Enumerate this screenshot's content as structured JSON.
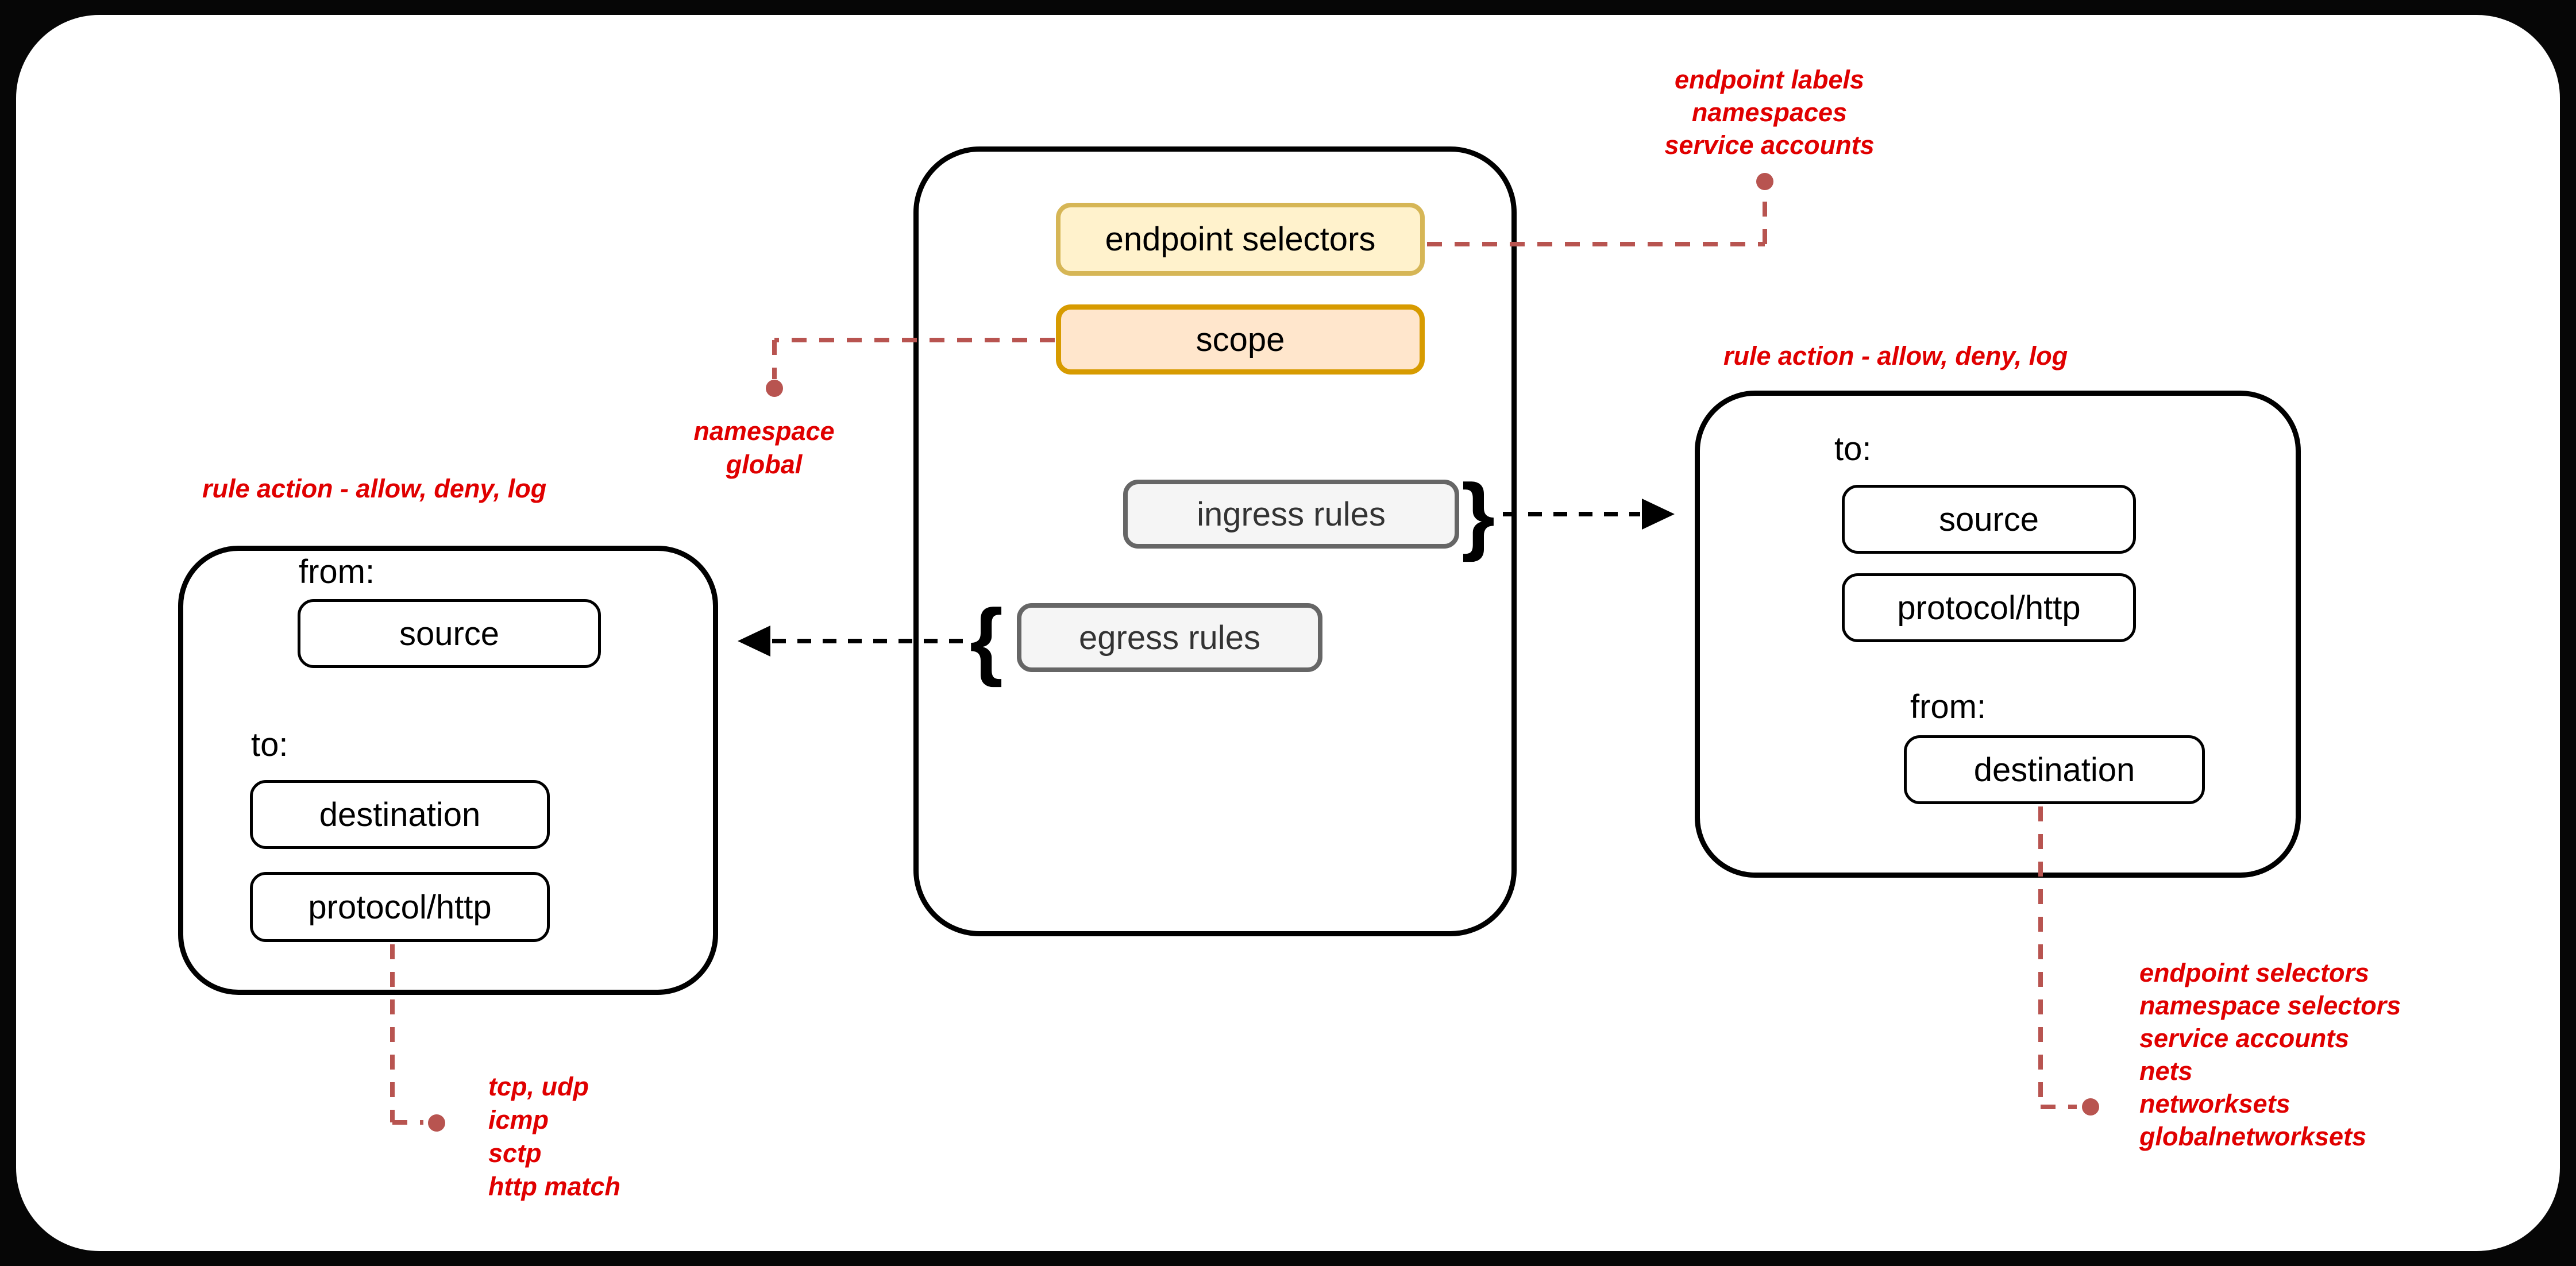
{
  "diagram": {
    "policy": {
      "endpoint_selectors_label": "endpoint selectors",
      "scope_label": "scope",
      "ingress_rules_label": "ingress rules",
      "egress_rules_label": "egress rules",
      "ingress_brace": "}",
      "egress_brace": "{"
    },
    "egress_rule_box": {
      "action_note": "rule action - allow, deny, log",
      "from_label": "from:",
      "source_label": "source",
      "to_label": "to:",
      "destination_label": "destination",
      "protocol_label": "protocol/http"
    },
    "ingress_rule_box": {
      "action_note": "rule action - allow, deny, log",
      "to_label": "to:",
      "source_label": "source",
      "protocol_label": "protocol/http",
      "from_label": "from:",
      "destination_label": "destination"
    },
    "notes": {
      "endpoint_selector_note": [
        "endpoint labels",
        "namespaces",
        "service accounts"
      ],
      "scope_note": [
        "namespace",
        "global"
      ],
      "protocol_note": [
        "tcp, udp",
        "icmp",
        "sctp",
        "http match"
      ],
      "destination_note": [
        "endpoint selectors",
        "namespace selectors",
        "service accounts",
        "nets",
        "networksets",
        "globalnetworksets"
      ]
    },
    "colors": {
      "annotation_red": "#e00000",
      "connector_red": "#b85450",
      "endpoint_selectors_fill": "#fff2cc",
      "endpoint_selectors_stroke": "#d6b656",
      "scope_fill": "#ffe6cc",
      "scope_stroke": "#d79b00",
      "rules_fill": "#f5f5f5",
      "rules_stroke": "#666666"
    }
  }
}
